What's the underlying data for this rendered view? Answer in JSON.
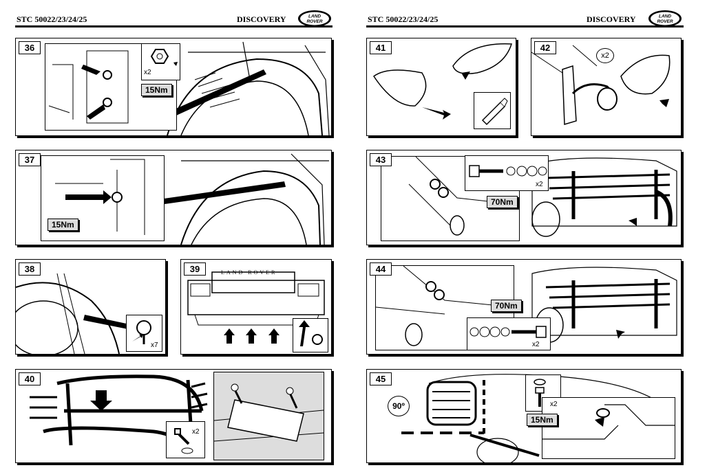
{
  "left_page": {
    "header": {
      "code": "STC 50022/23/24/25",
      "model": "DISCOVERY",
      "logo": "LAND-ROVER"
    }
  },
  "right_page": {
    "header": {
      "code": "STC 50022/23/24/25",
      "model": "DISCOVERY",
      "logo": "LAND-ROVER"
    }
  },
  "steps": {
    "s36": {
      "number": "36",
      "torque": "15Nm",
      "qty": "x2"
    },
    "s37": {
      "number": "37",
      "torque": "15Nm"
    },
    "s38": {
      "number": "38",
      "qty": "x7"
    },
    "s39": {
      "number": "39",
      "grille_text": "LAND ROVER"
    },
    "s40": {
      "number": "40",
      "qty": "x2"
    },
    "s41": {
      "number": "41"
    },
    "s42": {
      "number": "42",
      "qty": "x2"
    },
    "s43": {
      "number": "43",
      "torque": "70Nm",
      "qty": "x2"
    },
    "s44": {
      "number": "44",
      "torque": "70Nm",
      "qty": "x2"
    },
    "s45": {
      "number": "45",
      "angle": "90º",
      "torque": "15Nm",
      "qty": "x2"
    }
  },
  "colors": {
    "ink": "#000000",
    "paper": "#ffffff",
    "tint": "#dddddd"
  }
}
